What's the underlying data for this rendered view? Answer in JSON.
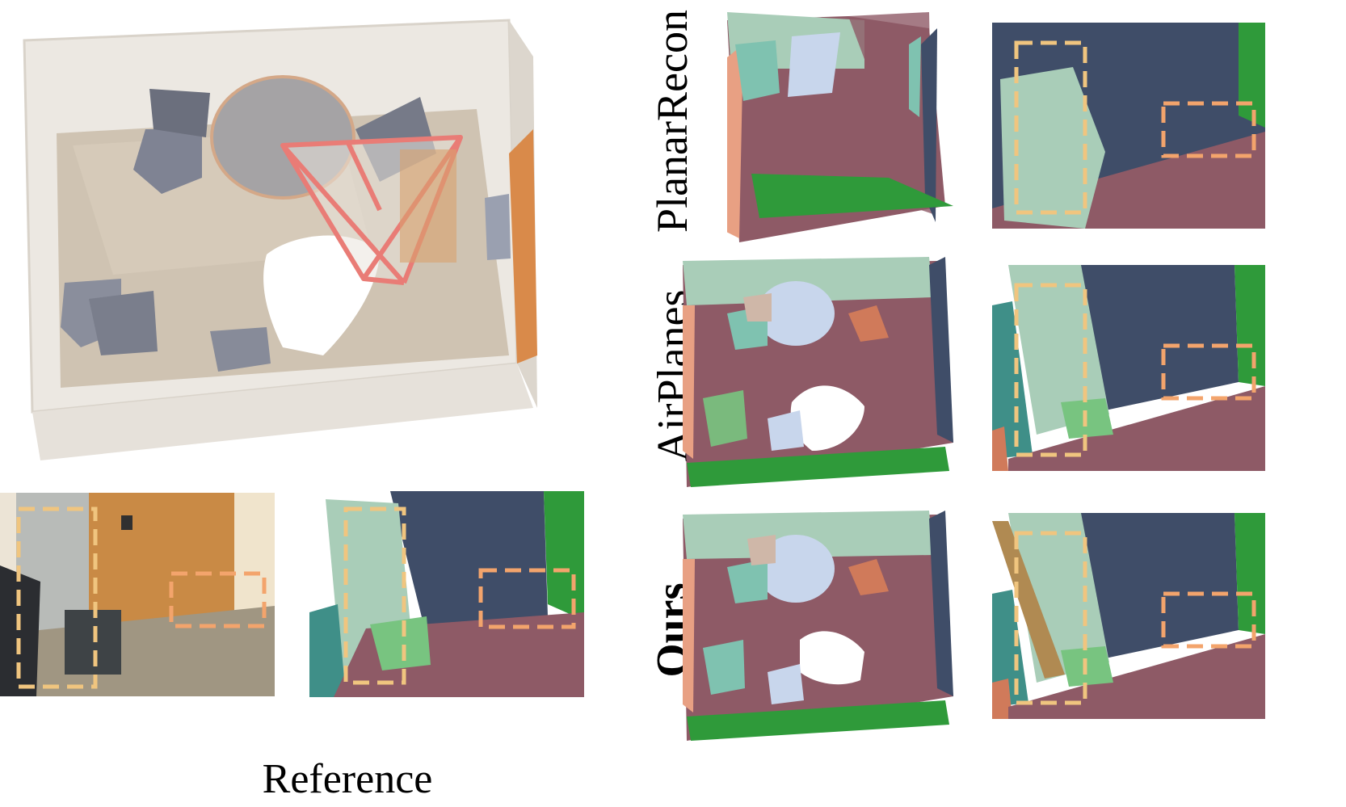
{
  "figure": {
    "reference_caption": "Reference",
    "methods": [
      {
        "key": "planarrecon",
        "label": "PlanarRecon",
        "bold": false
      },
      {
        "key": "airplanes",
        "label": "AirPlanes",
        "bold": false
      },
      {
        "key": "ours",
        "label": "Ours",
        "bold": true
      }
    ]
  },
  "colors": {
    "floor_plane": "#8e5a66",
    "wall_green": "#2f9a3a",
    "wall_dark_blue": "#3f4d68",
    "table_plane": "#c8d6ec",
    "chair_teal": "#7fc2b0",
    "chair_orange": "#d07a5a",
    "highlight_box": "#f0c57f",
    "highlight_box_corner": "#f3a46c",
    "camera_frustum": "#e97c76"
  }
}
